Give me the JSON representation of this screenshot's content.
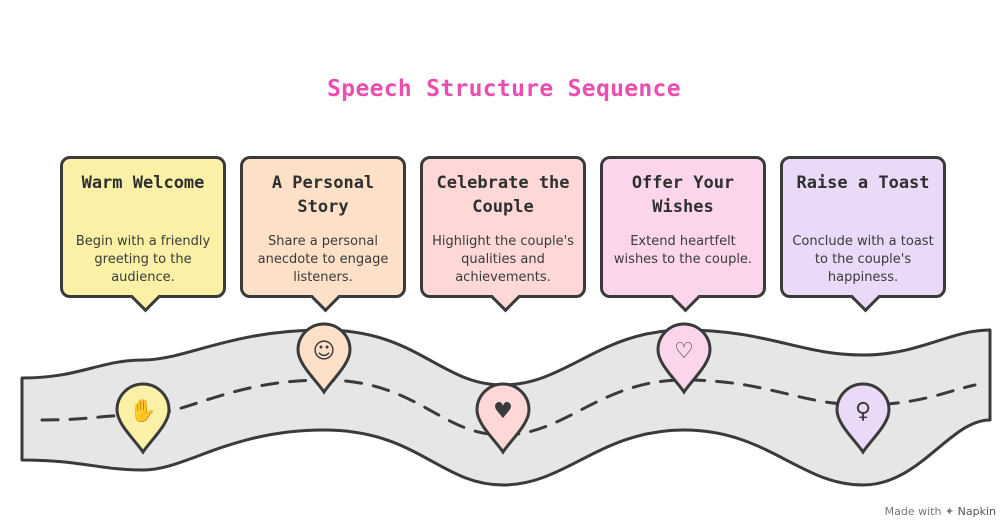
{
  "title": "Speech Structure Sequence",
  "steps": [
    {
      "heading": "Warm Welcome",
      "text": "Begin with a friendly greeting to the audience.",
      "color": "#fbf1a6",
      "icon": "high-five-icon",
      "pin": "valley"
    },
    {
      "heading": "A Personal Story",
      "text": "Share a personal anecdote to engage listeners.",
      "color": "#fde0c8",
      "icon": "storyteller-icon",
      "pin": "peak"
    },
    {
      "heading": "Celebrate the Couple",
      "text": "Highlight the couple's qualities and achievements.",
      "color": "#fdd8d6",
      "icon": "couple-hearts-icon",
      "pin": "valley"
    },
    {
      "heading": "Offer Your Wishes",
      "text": "Extend heartfelt wishes to the couple.",
      "color": "#fbd5ec",
      "icon": "gift-heart-icon",
      "pin": "peak"
    },
    {
      "heading": "Raise a Toast",
      "text": "Conclude with a toast to the couple's happiness.",
      "color": "#ead9f7",
      "icon": "champagne-toast-icon",
      "pin": "valley"
    }
  ],
  "footer": {
    "prefix": "Made with",
    "brand": "Napkin"
  },
  "colors": {
    "title": "#ea4fb0",
    "outline": "#3a3a3a",
    "road": "#e6e6e6"
  }
}
